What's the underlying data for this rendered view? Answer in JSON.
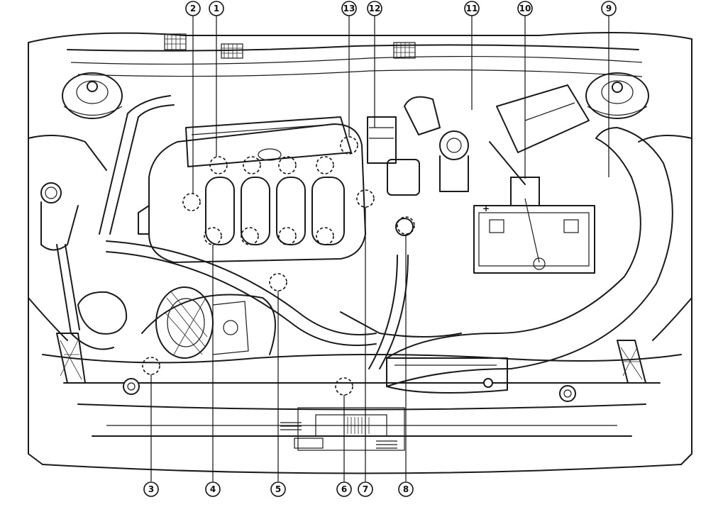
{
  "diagram": {
    "callouts": [
      {
        "id": 1,
        "label": "1"
      },
      {
        "id": 2,
        "label": "2"
      },
      {
        "id": 3,
        "label": "3"
      },
      {
        "id": 4,
        "label": "4"
      },
      {
        "id": 5,
        "label": "5"
      },
      {
        "id": 6,
        "label": "6"
      },
      {
        "id": 7,
        "label": "7"
      },
      {
        "id": 8,
        "label": "8"
      },
      {
        "id": 9,
        "label": "9"
      },
      {
        "id": 10,
        "label": "10"
      },
      {
        "id": 11,
        "label": "11"
      },
      {
        "id": 12,
        "label": "12"
      },
      {
        "id": 13,
        "label": "13"
      }
    ],
    "battery_terminal_symbol": "+"
  }
}
